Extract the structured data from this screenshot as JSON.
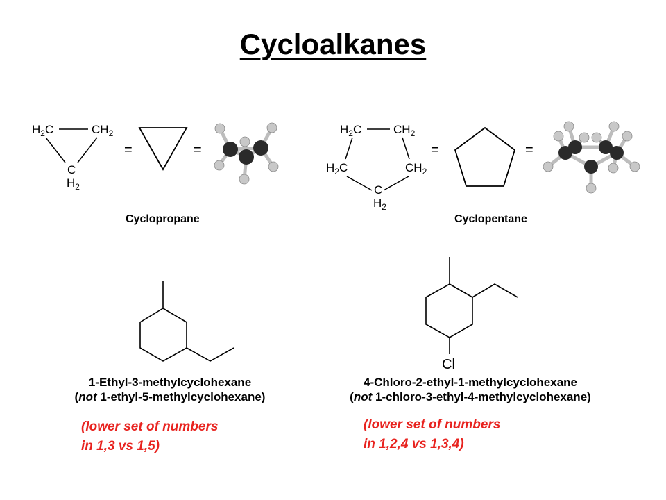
{
  "title": "Cycloalkanes",
  "cyclopropane": {
    "atoms": {
      "c1_main": "H",
      "c1_sub": "2",
      "c1_end": "C",
      "c2_main": "CH",
      "c2_sub": "2",
      "c3_top": "C",
      "c3_bottom_main": "H",
      "c3_bottom_sub": "2"
    },
    "equals": "=",
    "caption": "Cyclopropane"
  },
  "cyclopentane": {
    "atoms": {
      "tl_main": "H",
      "tl_sub": "2",
      "tl_end": "C",
      "tr_main": "CH",
      "tr_sub": "2",
      "ml_main": "H",
      "ml_sub": "2",
      "ml_end": "C",
      "mr_main": "CH",
      "mr_sub": "2",
      "b_top": "C",
      "b_bottom_main": "H",
      "b_bottom_sub": "2"
    },
    "equals": "=",
    "caption": "Cyclopentane"
  },
  "example_left": {
    "name": "1-Ethyl-3-methylcyclohexane",
    "alt_open": "(",
    "alt_not": "not",
    "alt_rest": " 1-ethyl-5-methylcyclohexane)",
    "note": "(lower set of numbers\nin 1,3 vs 1,5)"
  },
  "example_right": {
    "substituent": "Cl",
    "name": "4-Chloro-2-ethyl-1-methylcyclohexane",
    "alt_open": "(",
    "alt_not": "not",
    "alt_rest": " 1-chloro-3-ethyl-4-methylcyclohexane)",
    "note": "(lower set of numbers\nin 1,2,4 vs 1,3,4)"
  },
  "colors": {
    "note": "#e8231f",
    "text": "#000000"
  }
}
